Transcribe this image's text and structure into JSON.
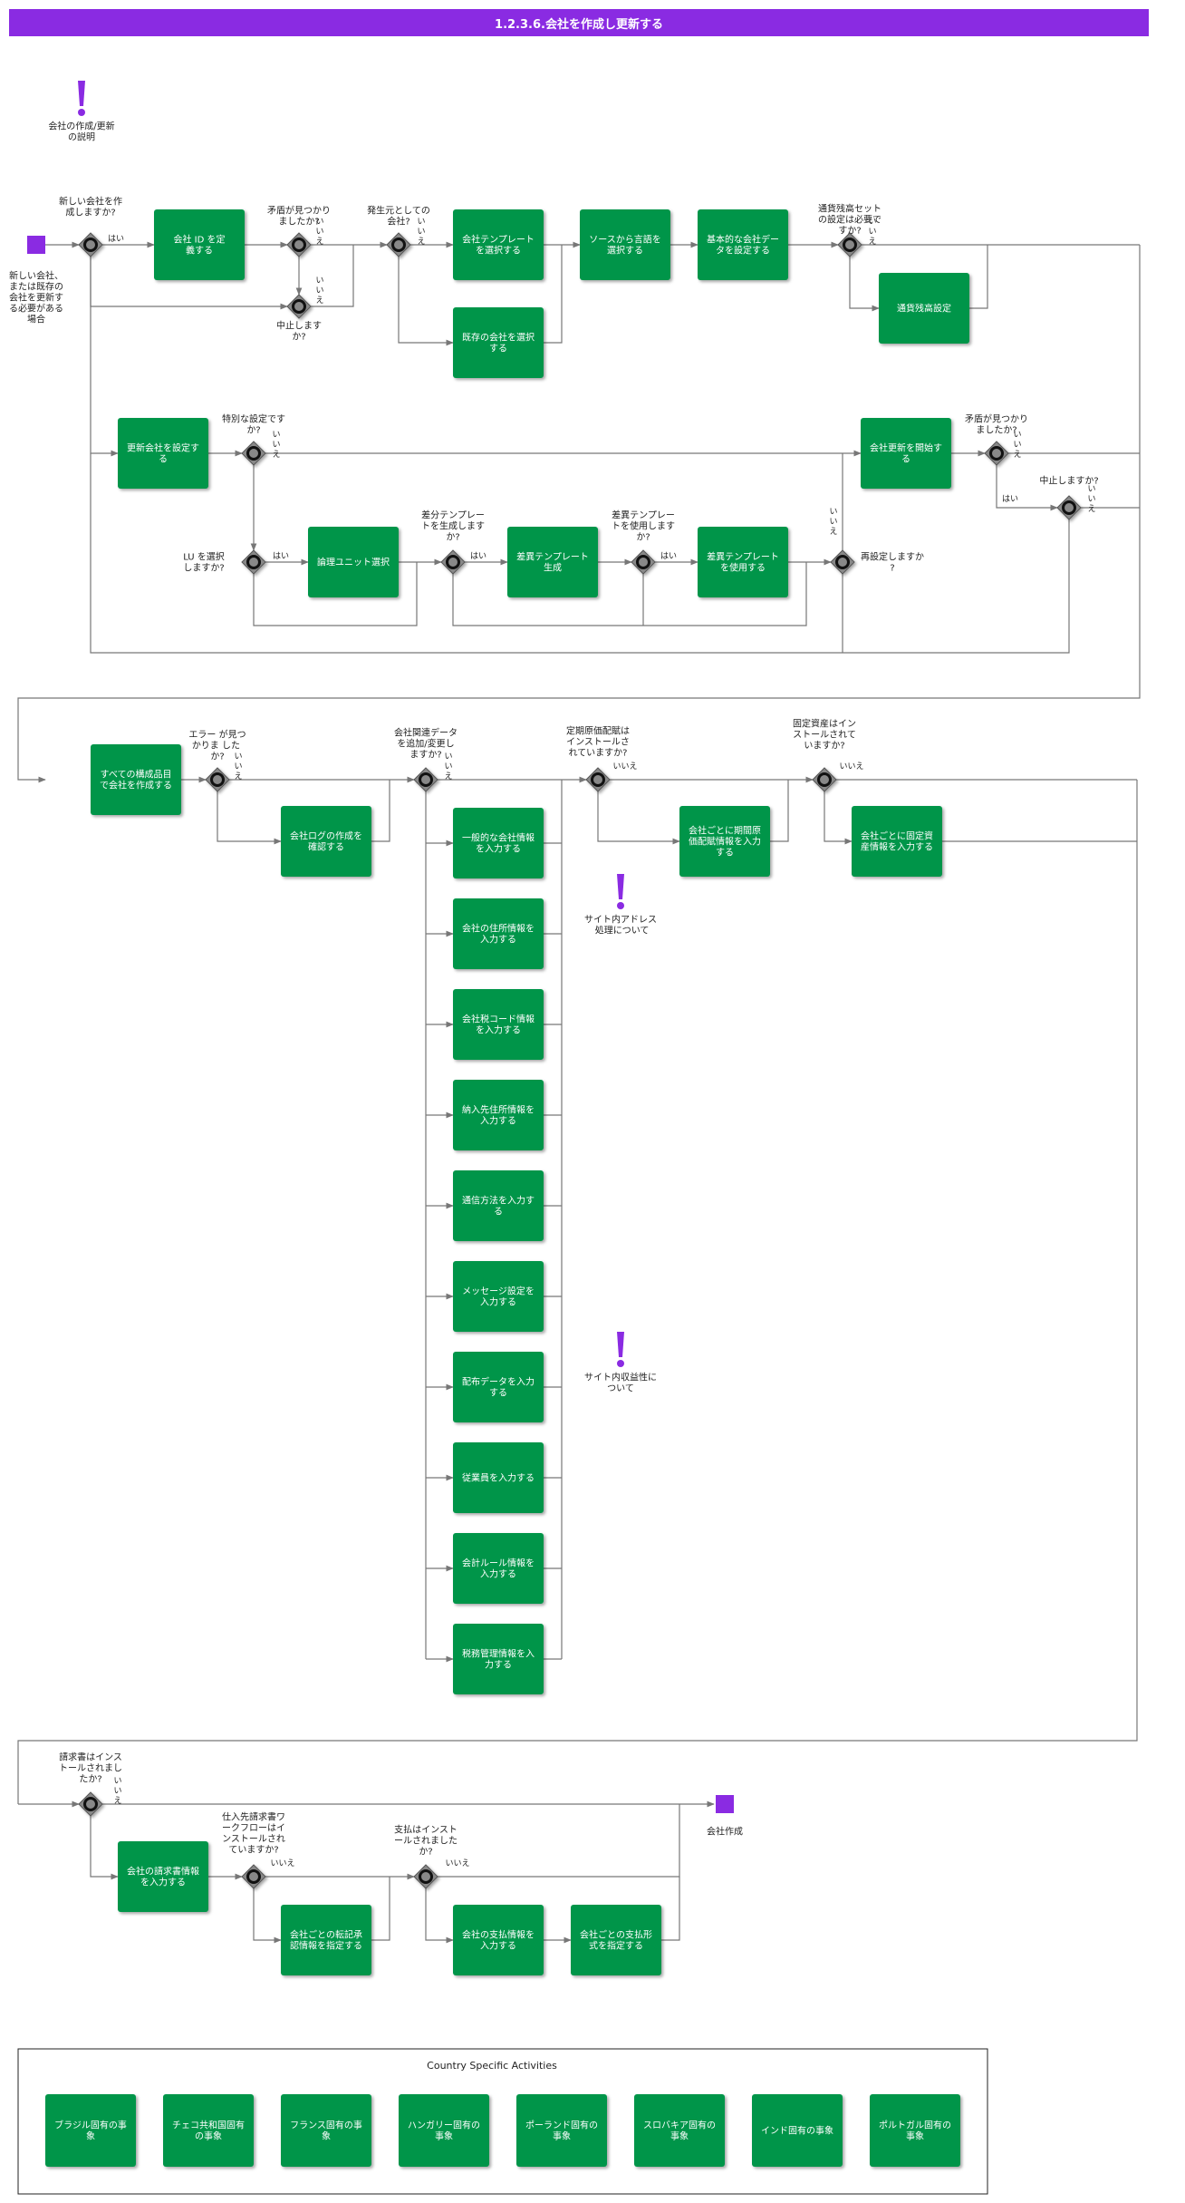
{
  "title": "1.2.3.6.会社を作成し更新する",
  "colors": {
    "task": "#00954a",
    "title": "#8a2be2",
    "event": "#8a2be2",
    "line": "#777777",
    "gateway": "#666666"
  },
  "notes": [
    {
      "id": "n1",
      "label": "会社の作成/更新の説明"
    },
    {
      "id": "n2",
      "label": "サイト内アドレス 処理について"
    },
    {
      "id": "n3",
      "label": "サイト内収益性について"
    }
  ],
  "events": [
    {
      "id": "start",
      "label": "新しい会社、または既存の会社を更新する必要がある場合"
    },
    {
      "id": "end",
      "label": "会社作成"
    }
  ],
  "tasks": [
    {
      "id": "t_define_id",
      "label": "会社 ID を定義する"
    },
    {
      "id": "t_sel_template",
      "label": "会社テンプレートを選択する"
    },
    {
      "id": "t_sel_existing",
      "label": "既存の会社を選択する"
    },
    {
      "id": "t_sel_language",
      "label": "ソースから言語を選択する"
    },
    {
      "id": "t_basic_data",
      "label": "基本的な会社データを設定する"
    },
    {
      "id": "t_currency",
      "label": "通貨残高設定"
    },
    {
      "id": "t_update_company",
      "label": "更新会社を設定する"
    },
    {
      "id": "t_start_update",
      "label": "会社更新を開始する"
    },
    {
      "id": "t_logical_unit",
      "label": "論理ユニット選択"
    },
    {
      "id": "t_diff_gen",
      "label": "差異テンプレート生成"
    },
    {
      "id": "t_diff_use",
      "label": "差異テンプレートを使用する"
    },
    {
      "id": "t_create_all",
      "label": "すべての構成品目で会社を作成する"
    },
    {
      "id": "t_check_log",
      "label": "会社ログの作成を確認する"
    },
    {
      "id": "t_general",
      "label": "一般的な会社情報を入力する"
    },
    {
      "id": "t_address",
      "label": "会社の住所情報を入力する"
    },
    {
      "id": "t_tax_code",
      "label": "会社税コード情報を入力する"
    },
    {
      "id": "t_delivery",
      "label": "納入先住所情報を入力する"
    },
    {
      "id": "t_comm",
      "label": "通信方法を入力する"
    },
    {
      "id": "t_message",
      "label": "メッセージ設定を入力する"
    },
    {
      "id": "t_distribution",
      "label": "配布データを入力する"
    },
    {
      "id": "t_employee",
      "label": "従業員を入力する"
    },
    {
      "id": "t_acct_rules",
      "label": "会計ルール情報を入力する"
    },
    {
      "id": "t_tax_mgmt",
      "label": "税務管理情報を入力する"
    },
    {
      "id": "t_periodic_alloc",
      "label": "会社ごとに期間原価配賦情報を入力する"
    },
    {
      "id": "t_fixed_assets",
      "label": "会社ごとに固定資産情報を入力する"
    },
    {
      "id": "t_invoice",
      "label": "会社の請求書情報を入力する"
    },
    {
      "id": "t_posting_proposal",
      "label": "会社ごとの転記承認情報を指定する"
    },
    {
      "id": "t_payment_info",
      "label": "会社の支払情報を入力する"
    },
    {
      "id": "t_payment_format",
      "label": "会社ごとの支払形式を指定する"
    }
  ],
  "gateways": [
    {
      "id": "g_new",
      "label": "新しい会社を作成しますか?"
    },
    {
      "id": "g_conflict",
      "label": "矛盾が見つかりましたか?"
    },
    {
      "id": "g_abort1",
      "label": "中止しますか?"
    },
    {
      "id": "g_source",
      "label": "発生元としての会社?"
    },
    {
      "id": "g_currency",
      "label": "通貨残高セットの設定は必要ですか?"
    },
    {
      "id": "g_special",
      "label": "特別な設定ですか?"
    },
    {
      "id": "g_conflict2",
      "label": "矛盾が見つかりましたか?"
    },
    {
      "id": "g_abort2",
      "label": "中止しますか?"
    },
    {
      "id": "g_lu",
      "label": "LU を選択しますか?"
    },
    {
      "id": "g_diff_gen",
      "label": "差分テンプレートを生成しますか?"
    },
    {
      "id": "g_diff_use",
      "label": "差異テンプレートを使用しますか?"
    },
    {
      "id": "g_reset",
      "label": "再設定しますか?"
    },
    {
      "id": "g_error",
      "label": "エラー が見つかりま した か?"
    },
    {
      "id": "g_add_data",
      "label": "会社関連データを追加/変更しますか?"
    },
    {
      "id": "g_periodic",
      "label": "定期原価配賦はインストールされていますか?"
    },
    {
      "id": "g_fixed",
      "label": "固定資産はインストールされていますか?"
    },
    {
      "id": "g_invoice",
      "label": "請求書はインストールされましたか?"
    },
    {
      "id": "g_supplier_wf",
      "label": "仕入先請求書ワークフローはインストールされていますか?"
    },
    {
      "id": "g_payment",
      "label": "支払はインストールされましたか?"
    }
  ],
  "flow_labels": {
    "yes": "はい",
    "no": "いいえ"
  },
  "country_section": {
    "title": "Country Specific Activities",
    "items": [
      "ブラジル固有の事象",
      "チェコ共和国固有の事象",
      "フランス固有の事象",
      "ハンガリー固有の事象",
      "ポーランド固有の事象",
      "スロバキア固有の事象",
      "インド固有の事象",
      "ポルトガル固有の事象"
    ]
  }
}
